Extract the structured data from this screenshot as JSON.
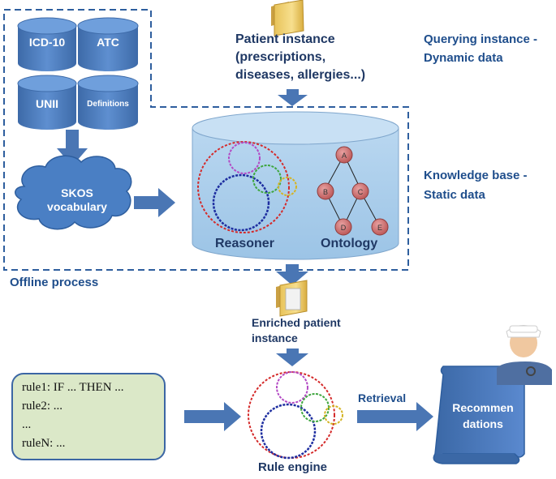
{
  "databases": [
    "ICD-10",
    "ATC",
    "UNII",
    "Definitions"
  ],
  "skos": {
    "line1": "SKOS",
    "line2": "vocabulary"
  },
  "patient_instance": {
    "line1": "Patient instance",
    "line2": "(prescriptions,",
    "line3": "diseases, allergies...)"
  },
  "querying": {
    "line1": "Querying instance -",
    "line2": "Dynamic data"
  },
  "knowledge": {
    "line1": "Knowledge base -",
    "line2": "Static data"
  },
  "reasoner_label": "Reasoner",
  "ontology_label": "Ontology",
  "ontology_nodes": [
    "A",
    "B",
    "C",
    "D",
    "E"
  ],
  "offline_label": "Offline process",
  "enriched": {
    "line1": "Enriched patient",
    "line2": "instance"
  },
  "rules": [
    "rule1: IF ... THEN ...",
    "rule2: ...",
    "...",
    "ruleN: ..."
  ],
  "retrieval_label": "Retrieval",
  "rule_engine_label": "Rule engine",
  "recommendations": {
    "line1": "Recommen",
    "line2": "dations"
  },
  "colors": {
    "accent": "#4a76b4",
    "box": "#aed0ea",
    "rules_bg": "#dbe8c8"
  }
}
